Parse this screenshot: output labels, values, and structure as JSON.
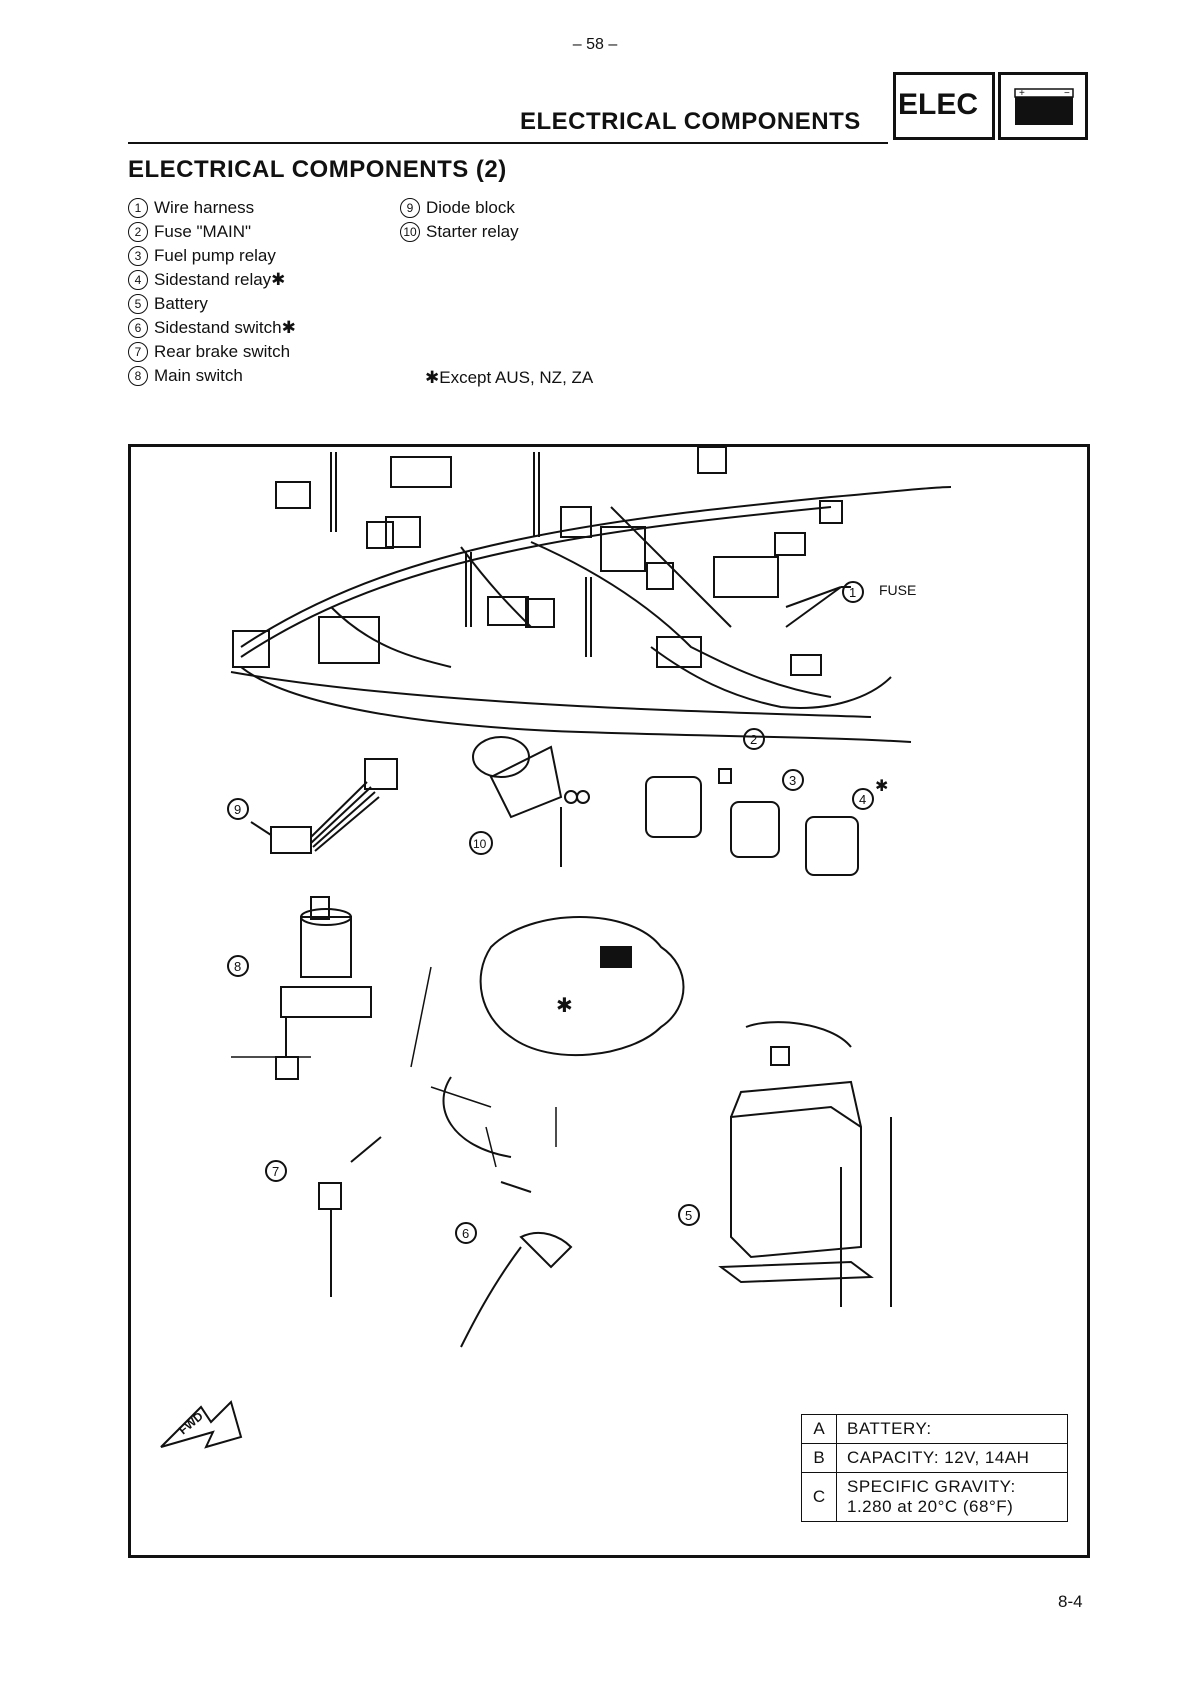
{
  "page_number": "– 58 –",
  "header": {
    "section_title": "ELECTRICAL COMPONENTS",
    "section_tab": "ELEC",
    "tab_icon": "battery-icon"
  },
  "subtitle": "ELECTRICAL COMPONENTS (2)",
  "legend": {
    "left": [
      {
        "num": "1",
        "label": "Wire harness"
      },
      {
        "num": "2",
        "label": "Fuse \"MAIN\""
      },
      {
        "num": "3",
        "label": "Fuel pump relay"
      },
      {
        "num": "4",
        "label": "Sidestand relay✱"
      },
      {
        "num": "5",
        "label": "Battery"
      },
      {
        "num": "6",
        "label": "Sidestand switch✱"
      },
      {
        "num": "7",
        "label": "Rear brake switch"
      },
      {
        "num": "8",
        "label": "Main switch"
      }
    ],
    "right": [
      {
        "num": "9",
        "label": "Diode block"
      },
      {
        "num": "10",
        "label": "Starter relay"
      }
    ],
    "note": "✱Except AUS, NZ, ZA"
  },
  "diagram": {
    "callouts": [
      "1",
      "2",
      "3",
      "4",
      "5",
      "6",
      "7",
      "8",
      "9",
      "10"
    ],
    "asterisk": "✱",
    "fwd_label": "FWD",
    "spec_table": [
      {
        "key": "A",
        "value": "BATTERY:"
      },
      {
        "key": "B",
        "value": "CAPACITY:  12V, 14AH"
      },
      {
        "key": "C",
        "value": "SPECIFIC GRAVITY:",
        "value2": "1.280 at 20°C (68°F)"
      }
    ]
  },
  "page_ref": "8-4",
  "colors": {
    "ink": "#111111",
    "paper": "#ffffff"
  }
}
